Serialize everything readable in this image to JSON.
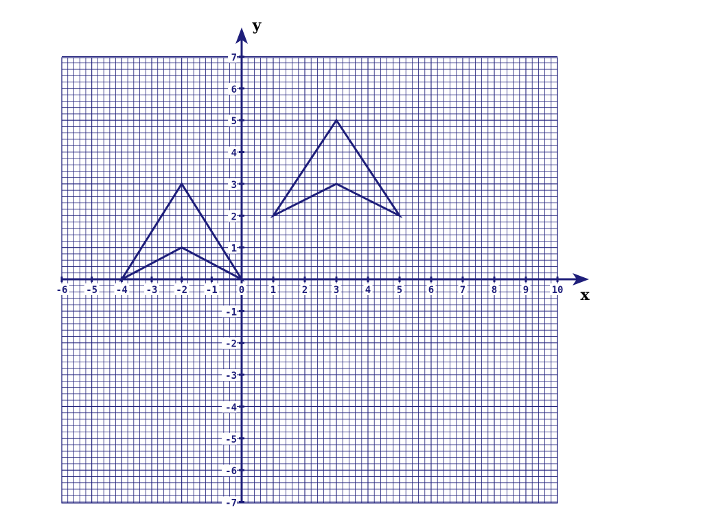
{
  "chart_data": {
    "type": "coordinate-grid",
    "xlabel": "x",
    "ylabel": "y",
    "xlim": [
      -6,
      10
    ],
    "ylim": [
      -7,
      7
    ],
    "x_ticks": [
      -6,
      -5,
      -4,
      -3,
      -2,
      -1,
      0,
      1,
      2,
      3,
      4,
      5,
      6,
      7,
      8,
      9,
      10
    ],
    "y_ticks": [
      -7,
      -6,
      -5,
      -4,
      -3,
      -2,
      -1,
      1,
      2,
      3,
      4,
      5,
      6,
      7
    ],
    "minor_divisions_per_unit": 5,
    "grid": true,
    "shapes": [
      {
        "points": [
          [
            -4,
            0
          ],
          [
            -2,
            3
          ],
          [
            0,
            0
          ],
          [
            -2,
            1
          ]
        ]
      },
      {
        "points": [
          [
            1,
            2
          ],
          [
            3,
            5
          ],
          [
            5,
            2
          ],
          [
            3,
            3
          ]
        ]
      }
    ]
  },
  "colors": {
    "ink": "#1e1e7a",
    "background": "#ffffff"
  }
}
